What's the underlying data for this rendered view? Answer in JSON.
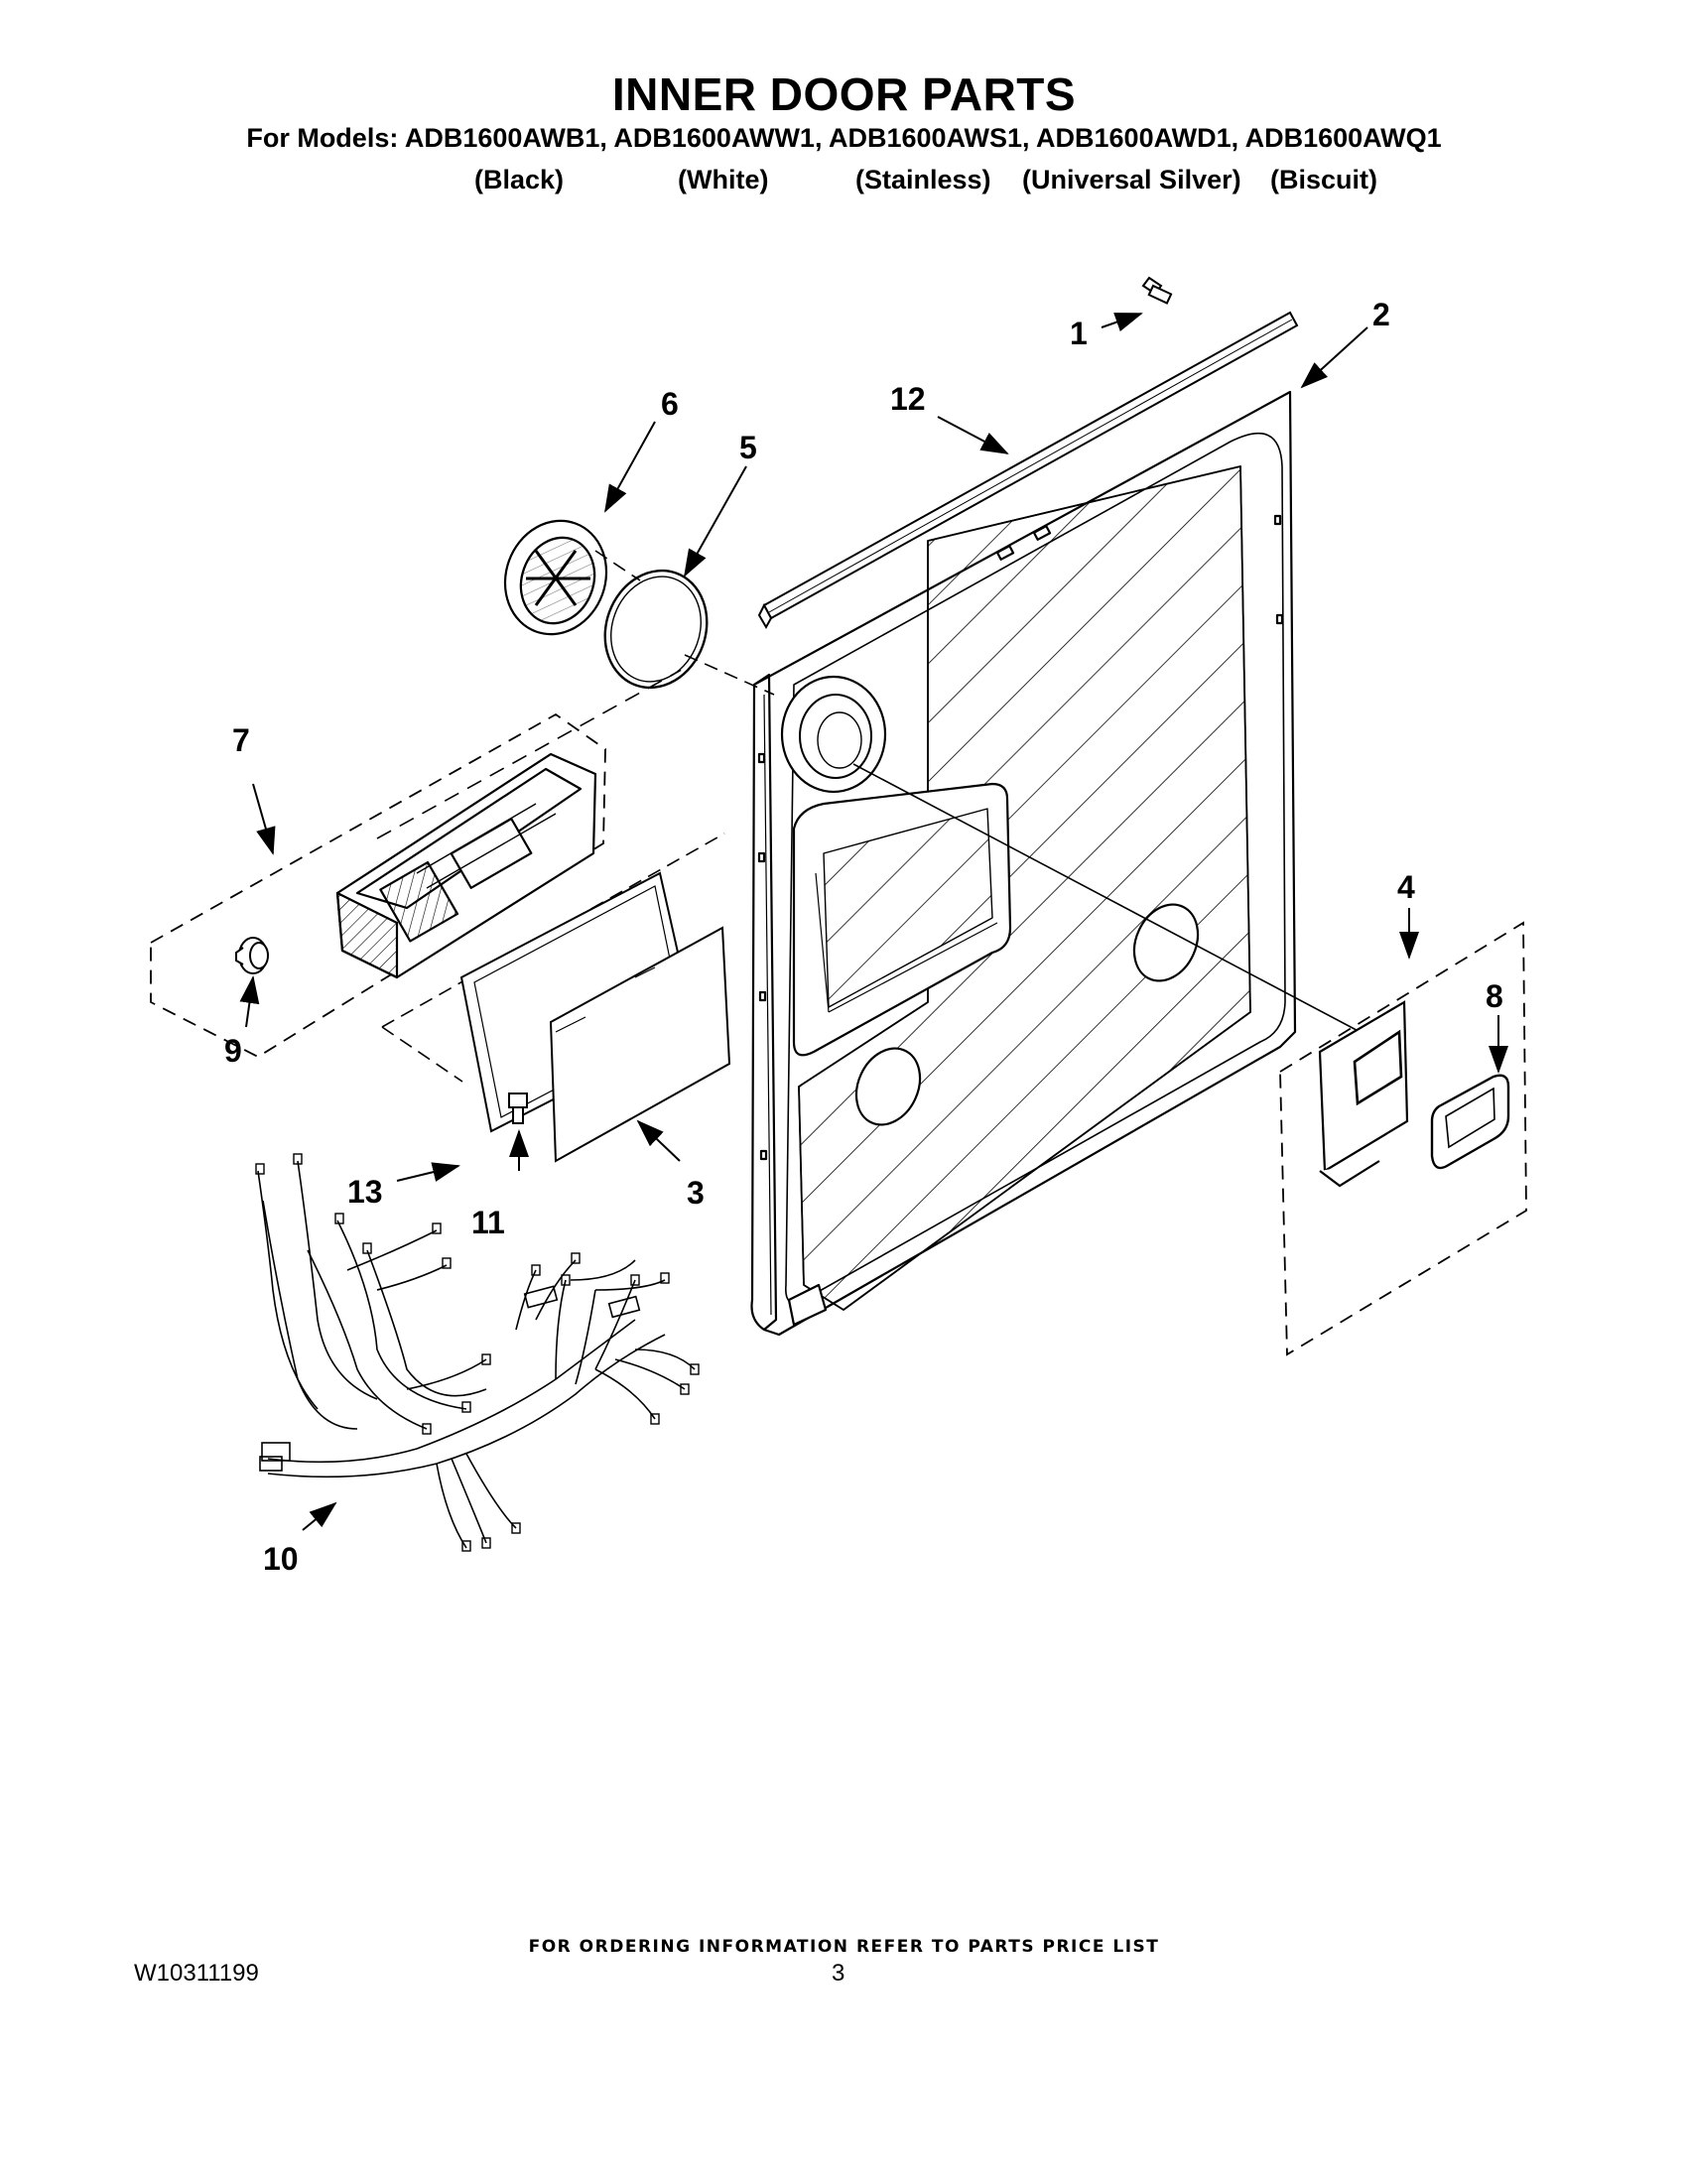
{
  "title": "INNER DOOR PARTS",
  "models_line": "For Models: ADB1600AWB1, ADB1600AWW1, ADB1600AWS1, ADB1600AWD1, ADB1600AWQ1",
  "colors": [
    "(Black)",
    "(White)",
    "(Stainless)",
    "(Universal Silver)",
    "(Biscuit)"
  ],
  "callouts": [
    "1",
    "2",
    "3",
    "4",
    "5",
    "6",
    "7",
    "8",
    "9",
    "10",
    "11",
    "12",
    "13"
  ],
  "footer": {
    "ordering_note": "FOR ORDERING INFORMATION REFER TO PARTS PRICE LIST",
    "document_number": "W10311199",
    "page_number": "3"
  }
}
